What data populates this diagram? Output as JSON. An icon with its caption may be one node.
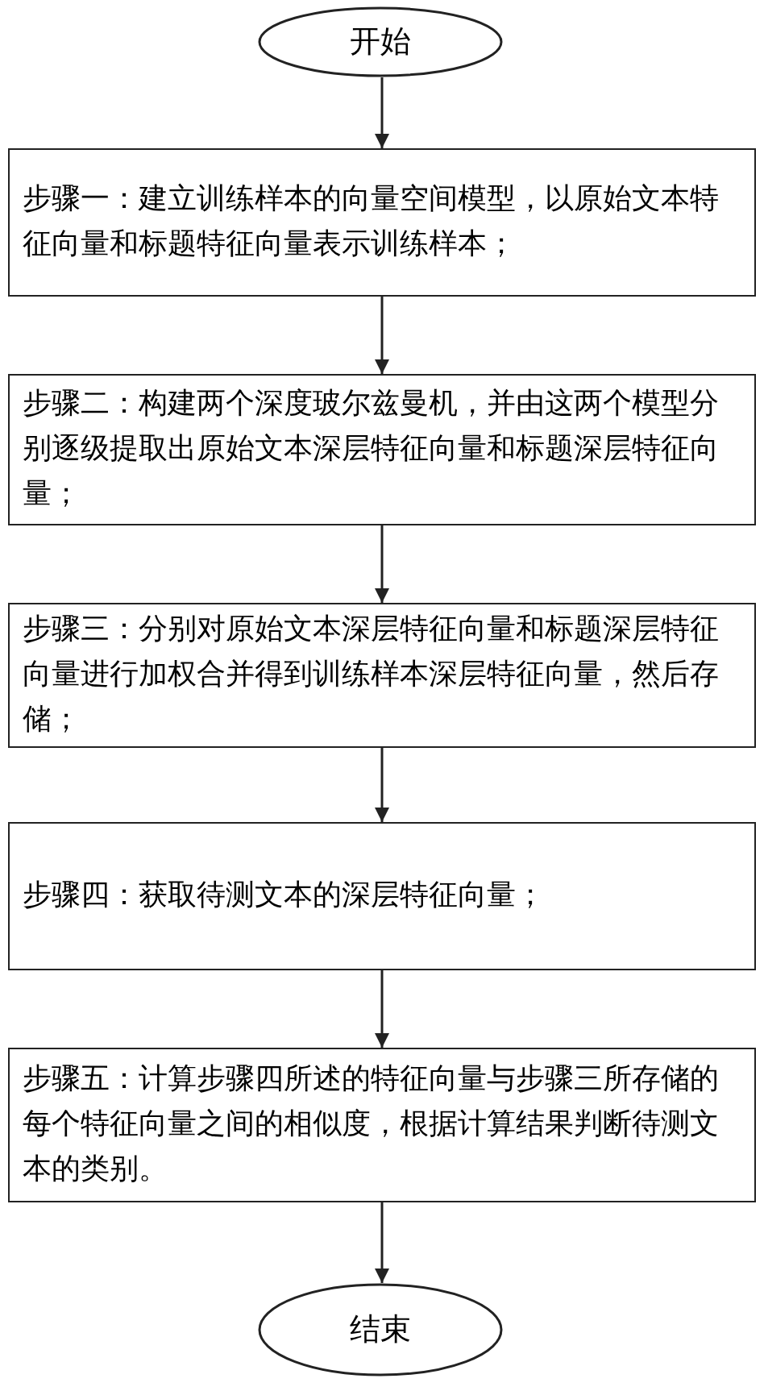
{
  "diagram": {
    "nodes": [
      {
        "text": [
          "开始"
        ]
      },
      {
        "text": [
          "步骤一：建立训练样本的向量空间模型，以原始文本特征向量和标题特征向量表示训练样本；"
        ]
      },
      {
        "text": [
          "步骤二：构建两个深度玻尔兹曼机，并由这两个模型分别逐级提取出原始文本深层特征向量和标题深层特征向量；"
        ]
      },
      {
        "text": [
          "步骤三：分别对原始文本深层特征向量和标题深层特征向量进行加权合并得到训练样本深层特征向量，然后存储；"
        ]
      },
      {
        "text": [
          "步骤四：获取待测文本的深层特征向量；"
        ]
      },
      {
        "text": [
          "步骤五：计算步骤四所述的特征向量与步骤三所存储的每个特征向量之间的相似度，根据计算结果判断待测文本的类别。"
        ]
      },
      {
        "text": [
          "结束"
        ]
      }
    ],
    "edges": [
      {
        "from": 0,
        "to": 1,
        "arrow": "to"
      },
      {
        "from": 1,
        "to": 2,
        "arrow": "to"
      },
      {
        "from": 2,
        "to": 3,
        "arrow": "to"
      },
      {
        "from": 3,
        "to": 4,
        "arrow": "to"
      },
      {
        "from": 4,
        "to": 5,
        "arrow": "to"
      },
      {
        "from": 5,
        "to": 6,
        "arrow": "to"
      }
    ]
  }
}
